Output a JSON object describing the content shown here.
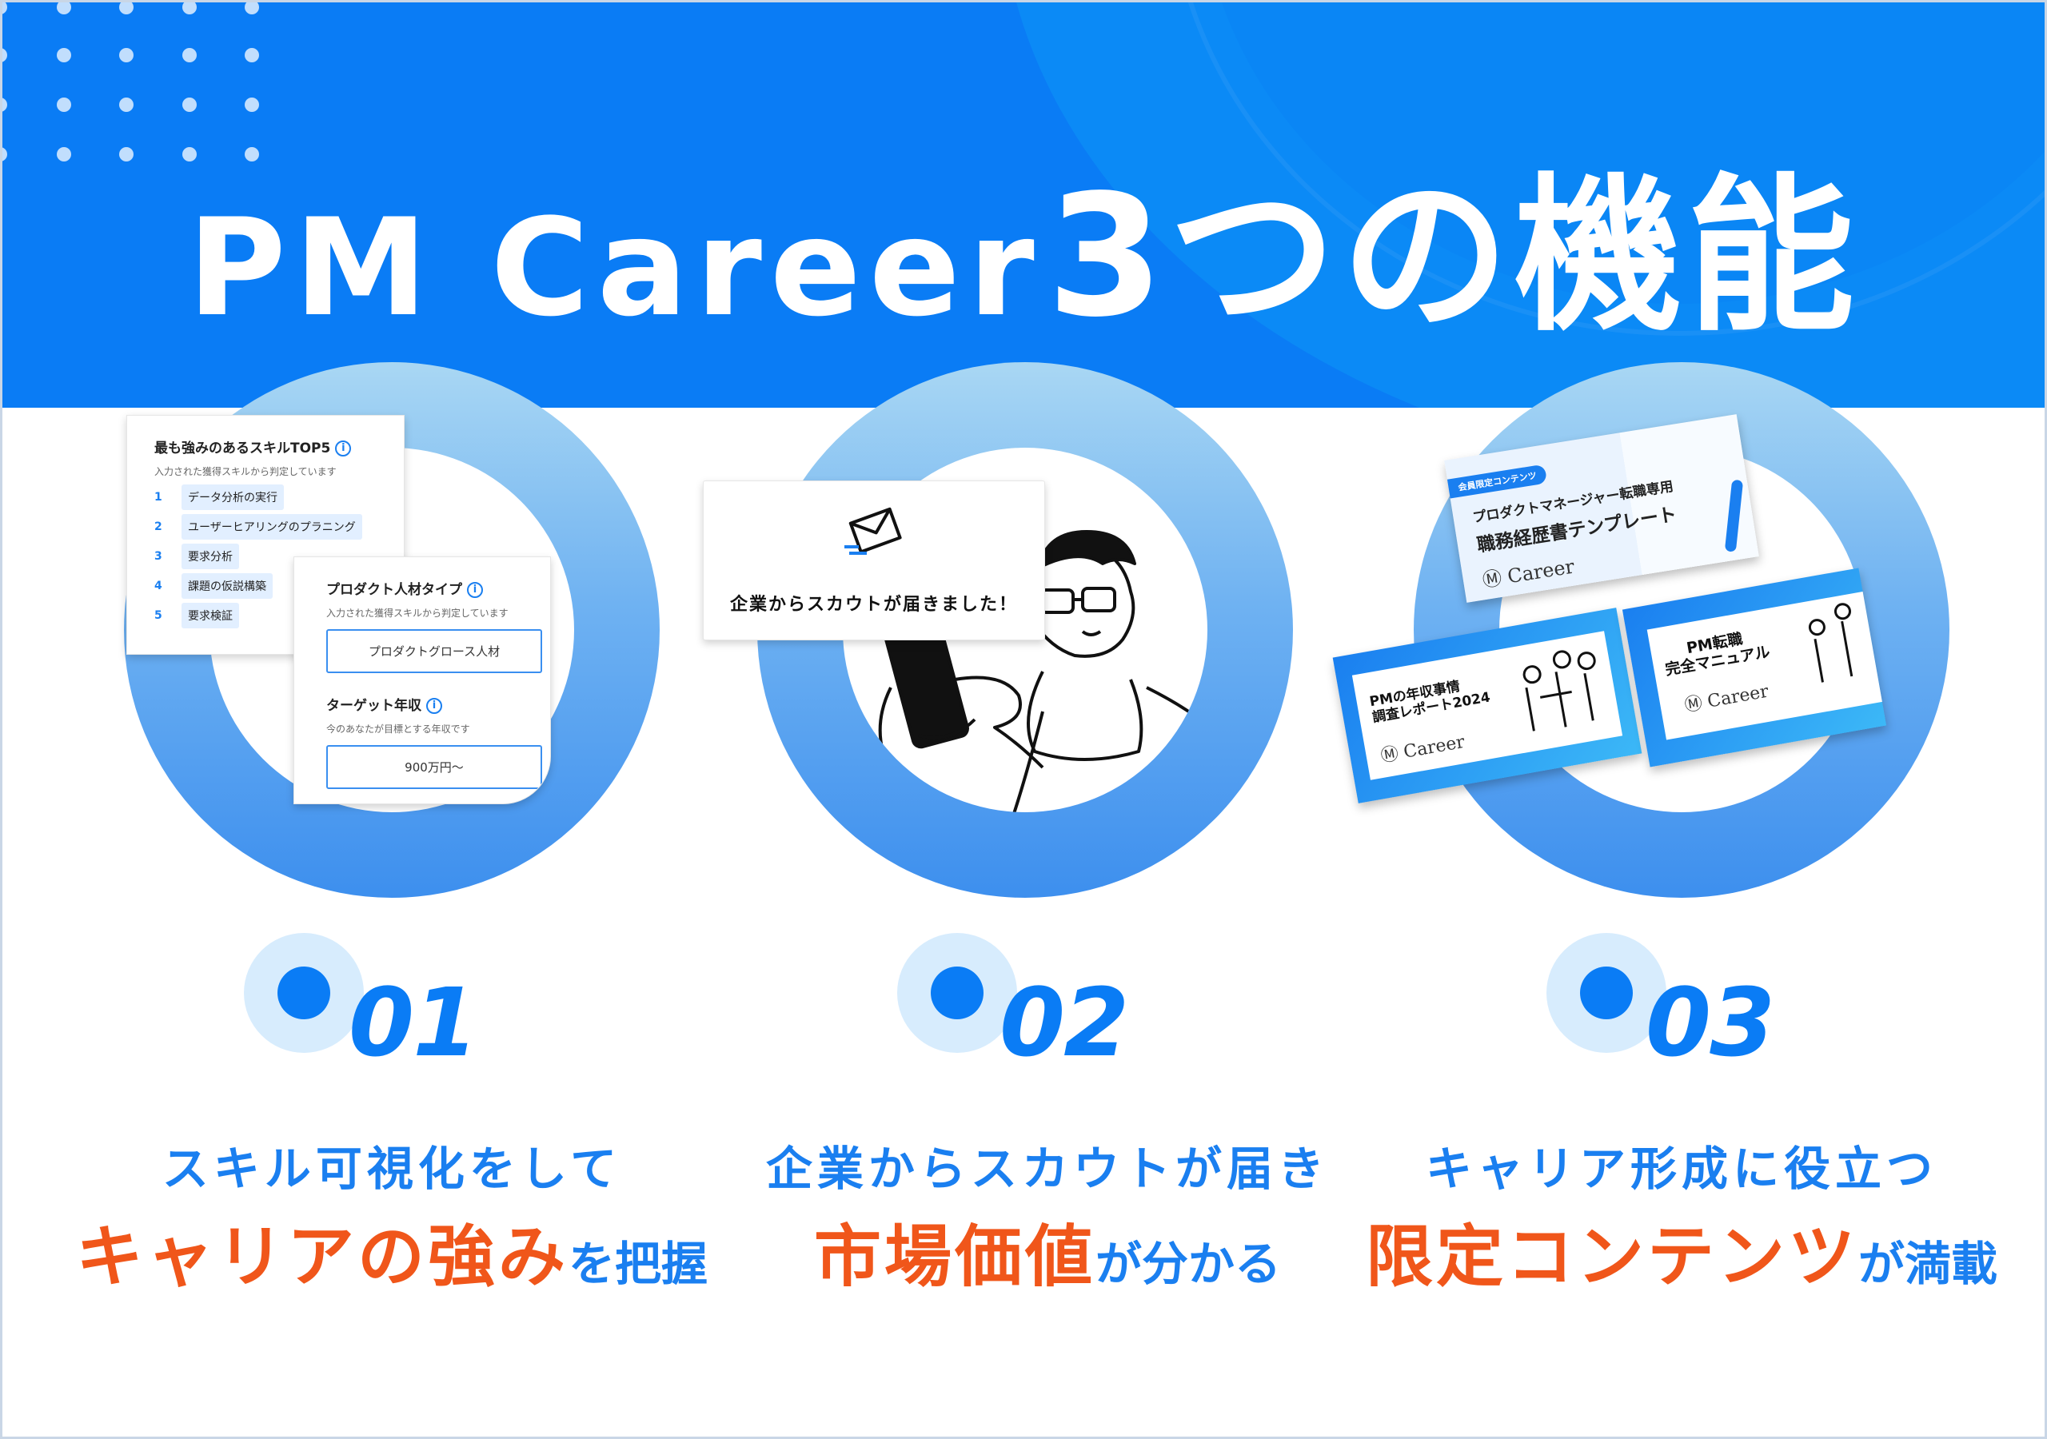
{
  "header": {
    "title_part1": "PM Career",
    "title_part2": "3つの機能"
  },
  "colors": {
    "primary": "#0a7cf5",
    "accent": "#f0561a",
    "ring_top": "#a9d7f3",
    "ring_bottom": "#3d8fee"
  },
  "feature1": {
    "skills_card": {
      "title": "最も強みのあるスキルTOP5",
      "subtitle": "入力された獲得スキルから判定しています",
      "skills": [
        {
          "rank": "1",
          "label": "データ分析の実行"
        },
        {
          "rank": "2",
          "label": "ユーザーヒアリングのプラニング"
        },
        {
          "rank": "3",
          "label": "要求分析"
        },
        {
          "rank": "4",
          "label": "課題の仮説構築"
        },
        {
          "rank": "5",
          "label": "要求検証"
        }
      ]
    },
    "type_card": {
      "title": "プロダクト人材タイプ",
      "subtitle": "入力された獲得スキルから判定しています",
      "value": "プロダクトグロース人材",
      "salary_title": "ターゲット年収",
      "salary_subtitle": "今のあなたが目標とする年収です",
      "salary_value": "900万円〜"
    },
    "number": "01",
    "line1": "スキル可視化をして",
    "line2_em": "キャリアの強み",
    "line2_rest": "を把握"
  },
  "feature2": {
    "notification": "企業からスカウトが届きました！",
    "number": "02",
    "line1": "企業からスカウトが届き",
    "line2_em": "市場価値",
    "line2_rest": "が分かる"
  },
  "feature3": {
    "thumb1": {
      "tag": "会員限定コンテンツ",
      "line1": "プロダクトマネージャー転職専用",
      "line2": "職務経歴書テンプレート",
      "logo": "Career"
    },
    "thumb2": {
      "line1": "PMの年収事情",
      "line2": "調査レポート2024",
      "logo": "Career"
    },
    "thumb3": {
      "line1": "PM転職",
      "line2": "完全マニュアル",
      "logo": "Career"
    },
    "number": "03",
    "line1": "キャリア形成に役立つ",
    "line2_em": "限定コンテンツ",
    "line2_rest": "が満載"
  }
}
